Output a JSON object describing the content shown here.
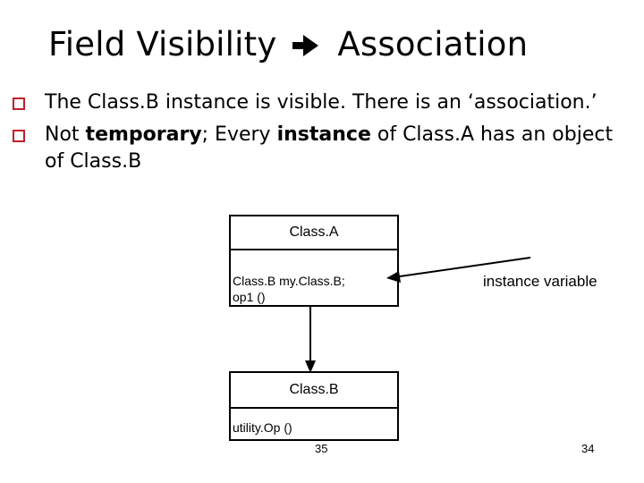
{
  "slide": {
    "title_left": "Field Visibility",
    "title_right": "Association",
    "title_arrow_icon": "arrow-right-icon",
    "bullet_color": "#c0202a"
  },
  "bullets": [
    {
      "parts": [
        {
          "text": "The Class.B instance is visible.  There is an ‘association.’",
          "bold": false
        }
      ]
    },
    {
      "parts": [
        {
          "text": "Not ",
          "bold": false
        },
        {
          "text": "temporary",
          "bold": true
        },
        {
          "text": "; Every ",
          "bold": false
        },
        {
          "text": "instance",
          "bold": true
        },
        {
          "text": " of Class.A has an object of Class.B",
          "bold": false
        }
      ]
    }
  ],
  "diagram": {
    "class_a": {
      "name": "Class.A",
      "members": [
        "Class.B my.Class.B;",
        "op1 ()"
      ]
    },
    "class_b": {
      "name": "Class.B",
      "members": [
        "utility.Op ()"
      ]
    },
    "annotation": "instance variable"
  },
  "page_numbers": {
    "left": "35",
    "right": "34"
  }
}
